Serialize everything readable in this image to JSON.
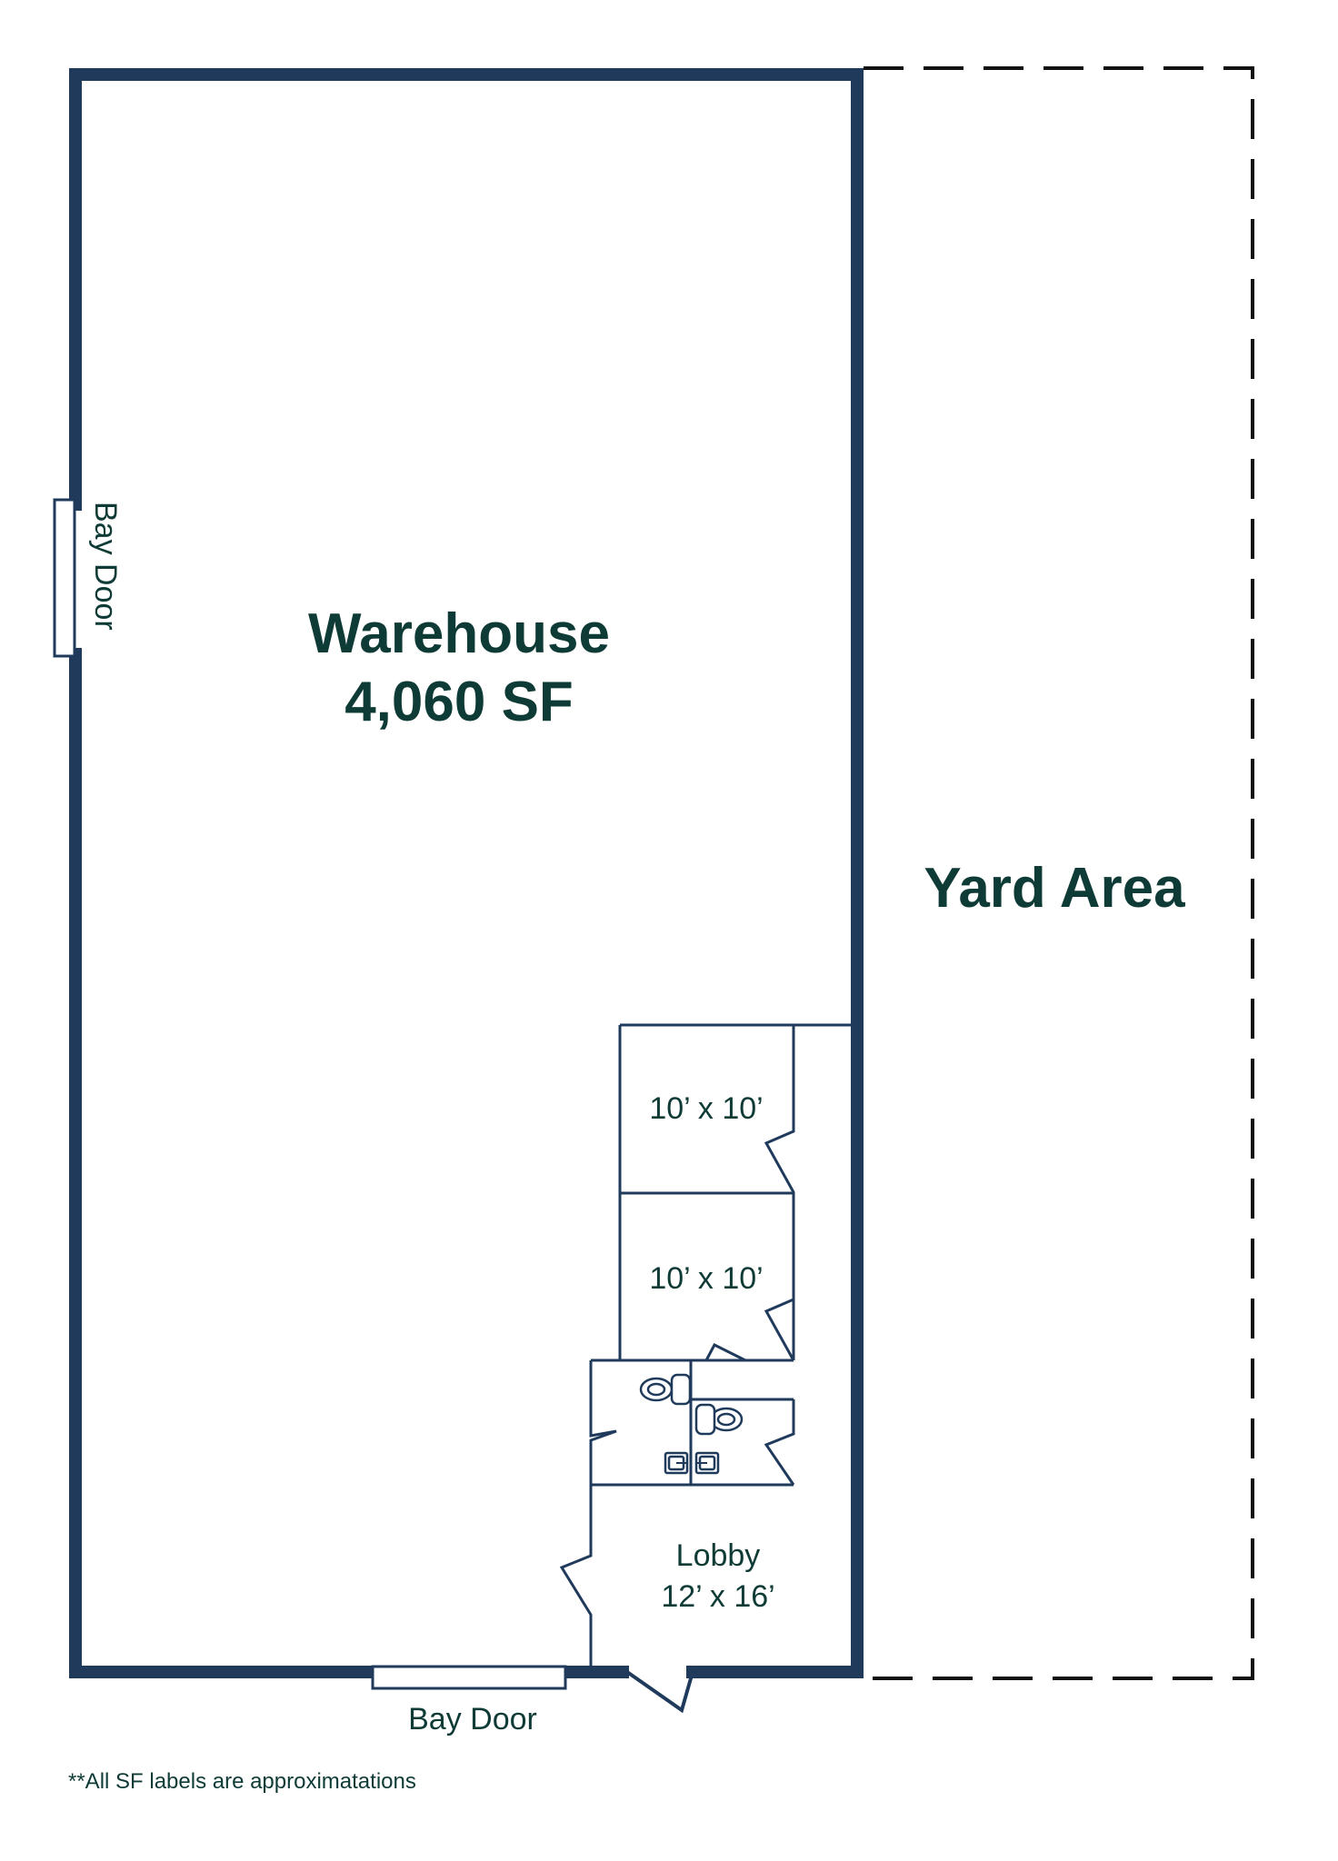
{
  "rooms": {
    "warehouse": {
      "name": "Warehouse",
      "area": "4,060 SF"
    },
    "yard": {
      "name": "Yard Area"
    },
    "office_top": {
      "size": "10’ x 10’"
    },
    "office_bottom": {
      "size": "10’ x 10’"
    },
    "lobby": {
      "name": "Lobby",
      "size": "12’ x 16’"
    }
  },
  "doors": {
    "left_bay": "Bay Door",
    "bottom_bay": "Bay Door"
  },
  "footnote": "**All SF labels are approximatations",
  "colors": {
    "wall": "#1f3a5b",
    "label": "#0f3b36",
    "yard_boundary": "#111111"
  }
}
